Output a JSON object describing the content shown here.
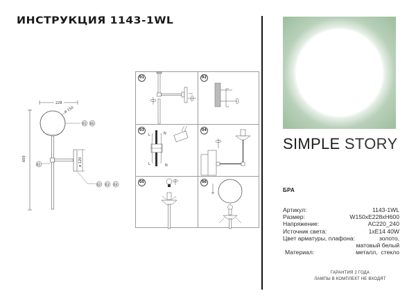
{
  "document": {
    "title": "ИНСТРУКЦИЯ 1143-1WL"
  },
  "dimension_drawing": {
    "width_label": "228",
    "height_label": "600",
    "shade_diameter_label": "ø 150",
    "base_diameter_label": "ø 120",
    "callouts": {
      "shade": [
        "05",
        "06"
      ],
      "stem": [
        "01"
      ],
      "base": [
        "02",
        "03",
        "04"
      ]
    }
  },
  "assembly_steps": [
    {
      "number": "01",
      "description": "arm-rotation"
    },
    {
      "number": "02",
      "description": "mounting-plate"
    },
    {
      "number": "03",
      "description": "wiring-terminals",
      "labels": [
        "L",
        "N",
        "L",
        "N"
      ]
    },
    {
      "number": "04",
      "description": "wall-mount"
    },
    {
      "number": "05",
      "description": "install-bulb"
    },
    {
      "number": "06",
      "description": "attach-shade"
    }
  ],
  "brand": {
    "name_bold": "SIMPLE",
    "name_light": "STORY",
    "logo_color": "#a3c2a5"
  },
  "product": {
    "type": "БРА",
    "specs": [
      {
        "label": "Артикул:",
        "value": "1143-1WL"
      },
      {
        "label": "Размер:",
        "value": "W150xE228xH600"
      },
      {
        "label": "Напряжение:",
        "value": "AC220_240"
      },
      {
        "label": "Источник света:",
        "value": "1xE14 40W"
      },
      {
        "label": "Цвет арматуры, плафона:",
        "value": "золото,"
      },
      {
        "label": "",
        "value": "матовый белый"
      },
      {
        "label": "Материал:",
        "value": "металл,  стекло"
      }
    ]
  },
  "footer": {
    "warranty": "ГАРАНТИЯ 2 ГОДА",
    "bulbs_note": "ЛАМПЫ В КОМПЛЕКТ НЕ ВХОДЯТ"
  }
}
